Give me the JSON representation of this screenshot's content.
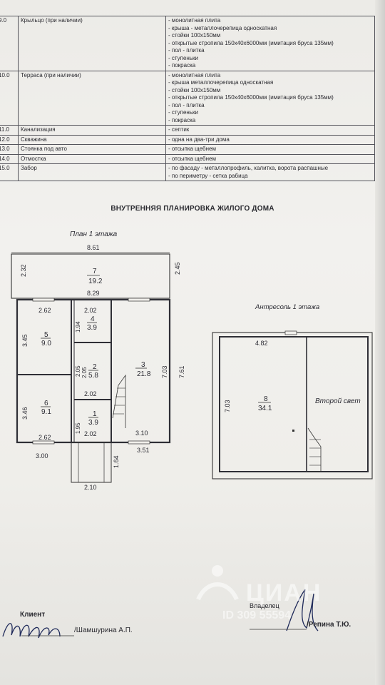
{
  "table": {
    "rows": [
      {
        "num": "9.0",
        "name": "Крыльцо (при наличии)",
        "items": [
          "- монолитная плита",
          "- крыша - металлочерепица односкатная",
          "- стойки 100х150мм",
          "- открытые стропила 150х40х6000мм (имитация бруса 135мм)",
          "- пол - плитка",
          "- ступеньки",
          "- покраска"
        ]
      },
      {
        "num": "10.0",
        "name": "Терраса (при наличии)",
        "items": [
          "- монолитная плита",
          "- крыша металлочерепица односкатная",
          "- стойки 100х150мм",
          "- открытые стропила 150х40х6000мм (имитация бруса 135мм)",
          "- пол - плитка",
          "- ступеньки",
          "- покраска"
        ]
      },
      {
        "num": "11.0",
        "name": "Канализация",
        "items": [
          "- септик"
        ]
      },
      {
        "num": "12.0",
        "name": "Скважина",
        "items": [
          "- одна на два-три дома"
        ]
      },
      {
        "num": "13.0",
        "name": "Стоянка под авто",
        "items": [
          "- отсыпка щебнем"
        ]
      },
      {
        "num": "14.0",
        "name": "Отмостка",
        "items": [
          "- отсыпка щебнем"
        ]
      },
      {
        "num": "15.0",
        "name": "Забор",
        "items": [
          "- по фасаду - металлопрофиль, калитка, ворота распашные",
          "- по периметру - сетка рабица"
        ]
      }
    ]
  },
  "heading": "ВНУТРЕННЯЯ ПЛАНИРОВКА ЖИЛОГО ДОМА",
  "plan1": {
    "title": "План 1 этажа",
    "dims": {
      "top": "8.61",
      "terrace_left": "2.32",
      "terrace_right": "2.45",
      "inner_top": "8.29",
      "r5_top": "2.62",
      "r4_top": "2.02",
      "r4_vert": "1.94",
      "r5_vert": "3.45",
      "r2_vert_a": "2.05",
      "r2_vert_b": "2.05",
      "mid_bottom": "2.02",
      "r6_vert": "3.46",
      "r1_vert": "1.95",
      "r6_bottom": "2.62",
      "r1_bottom": "2.02",
      "r3_bottom": "3.10",
      "r3_vert": "7.03",
      "outer_right": "7.61",
      "ext_left": "3.00",
      "ext_right": "3.51",
      "porch_vert": "1.64",
      "porch_bottom": "2.10"
    },
    "rooms": [
      {
        "no": "7",
        "area": "19.2"
      },
      {
        "no": "5",
        "area": "9.0"
      },
      {
        "no": "4",
        "area": "3.9"
      },
      {
        "no": "2",
        "area": "5.8"
      },
      {
        "no": "3",
        "area": "21.8"
      },
      {
        "no": "6",
        "area": "9.1"
      },
      {
        "no": "1",
        "area": "3.9"
      }
    ]
  },
  "mezz": {
    "title": "Антресоль 1 этажа",
    "dim_top": "4.82",
    "dim_left": "7.03",
    "room_no": "8",
    "room_area": "34.1",
    "second_light": "Второй свет"
  },
  "signatures": {
    "client_label": "Клиент",
    "client_name": "/Шамшурина А.П.",
    "owner_label": "Владелец",
    "owner_name": "/Репина Т.Ю."
  },
  "watermark": {
    "brand": "ЦИАН",
    "id": "ID 309 55594"
  }
}
